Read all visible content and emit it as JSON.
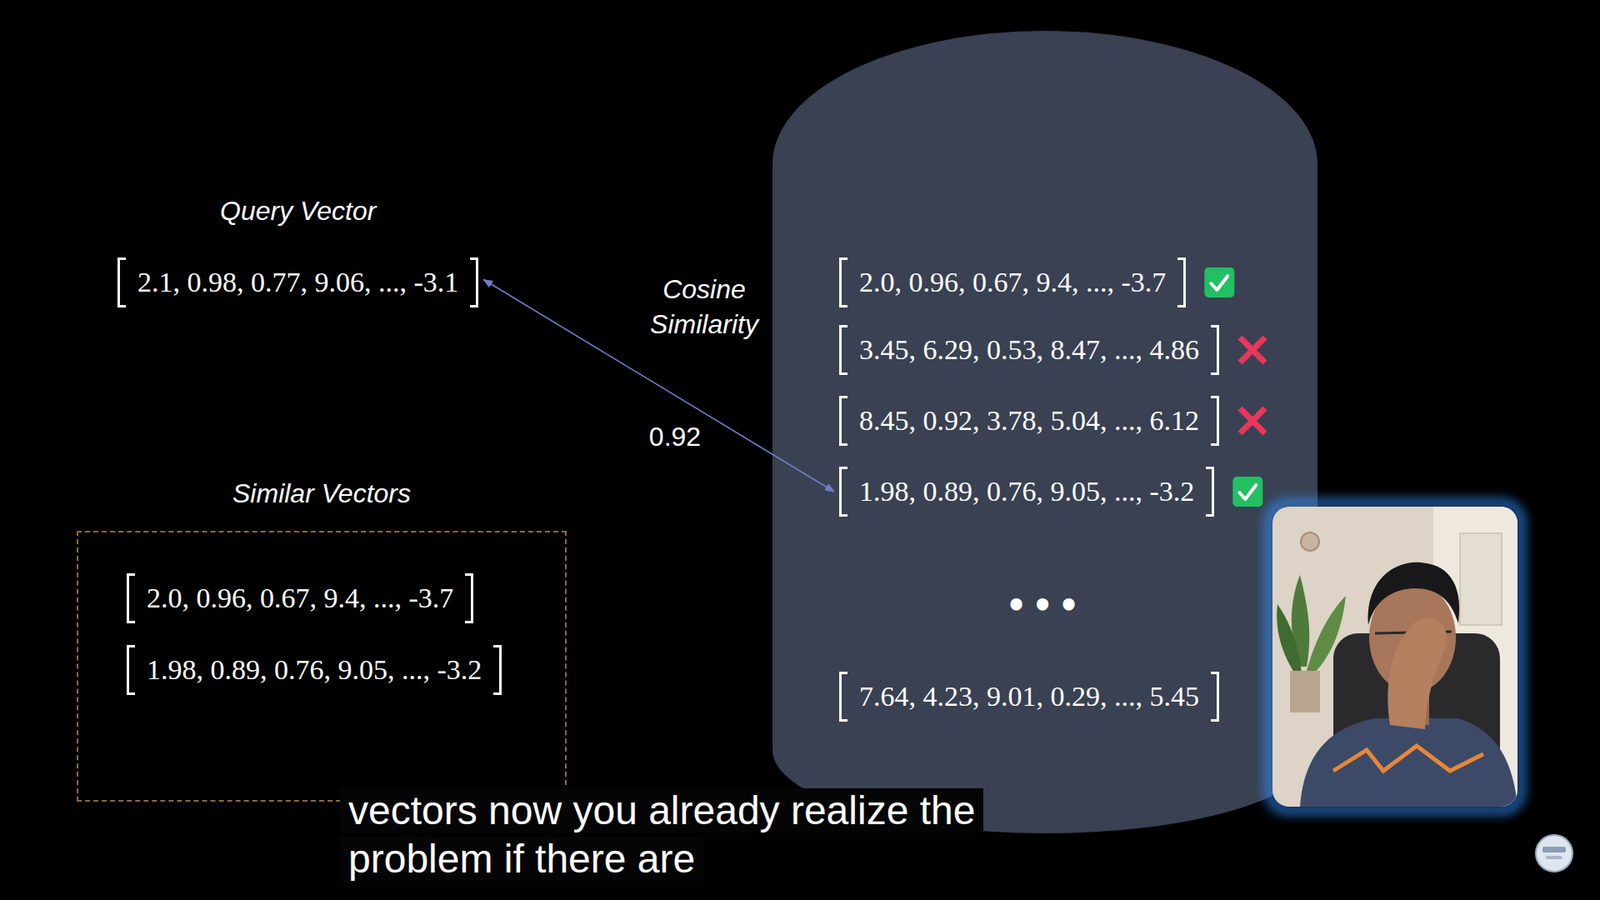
{
  "diagram": {
    "nodes": [
      {
        "text": [
          "Query Vector",
          "2.1, 0.98, 0.77, 9.06, ..., -3.1"
        ]
      },
      {
        "text": [
          "•••"
        ]
      },
      {
        "text": [
          "2.0, 0.96, 0.67, 9.4, ..., -3.7"
        ],
        "in": 1
      },
      {
        "text": [
          "3.45, 6.29, 0.53, 8.47, ..., 4.86"
        ],
        "in": 1
      },
      {
        "text": [
          "8.45, 0.92, 3.78, 5.04, ..., 6.12"
        ],
        "in": 1
      },
      {
        "text": [
          "1.98, 0.89, 0.76, 9.05, ..., -3.2"
        ],
        "in": 1
      },
      {
        "text": [
          "7.64, 4.23, 9.01, 0.29, ..., 5.45"
        ],
        "in": 1
      },
      {
        "text": [
          "Similar Vectors"
        ]
      },
      {
        "text": [
          "2.0, 0.96, 0.67, 9.4, ..., -3.7"
        ],
        "in": 7
      },
      {
        "text": [
          "1.98, 0.89, 0.76, 9.05, ..., -3.2"
        ],
        "in": 7
      }
    ],
    "edges": [
      {
        "from": 0,
        "to": 5,
        "arrow": "both",
        "label": "0.92"
      }
    ],
    "labels": [
      "Cosine Similarity",
      "vectors now you already realize the problem if there are"
    ]
  }
}
